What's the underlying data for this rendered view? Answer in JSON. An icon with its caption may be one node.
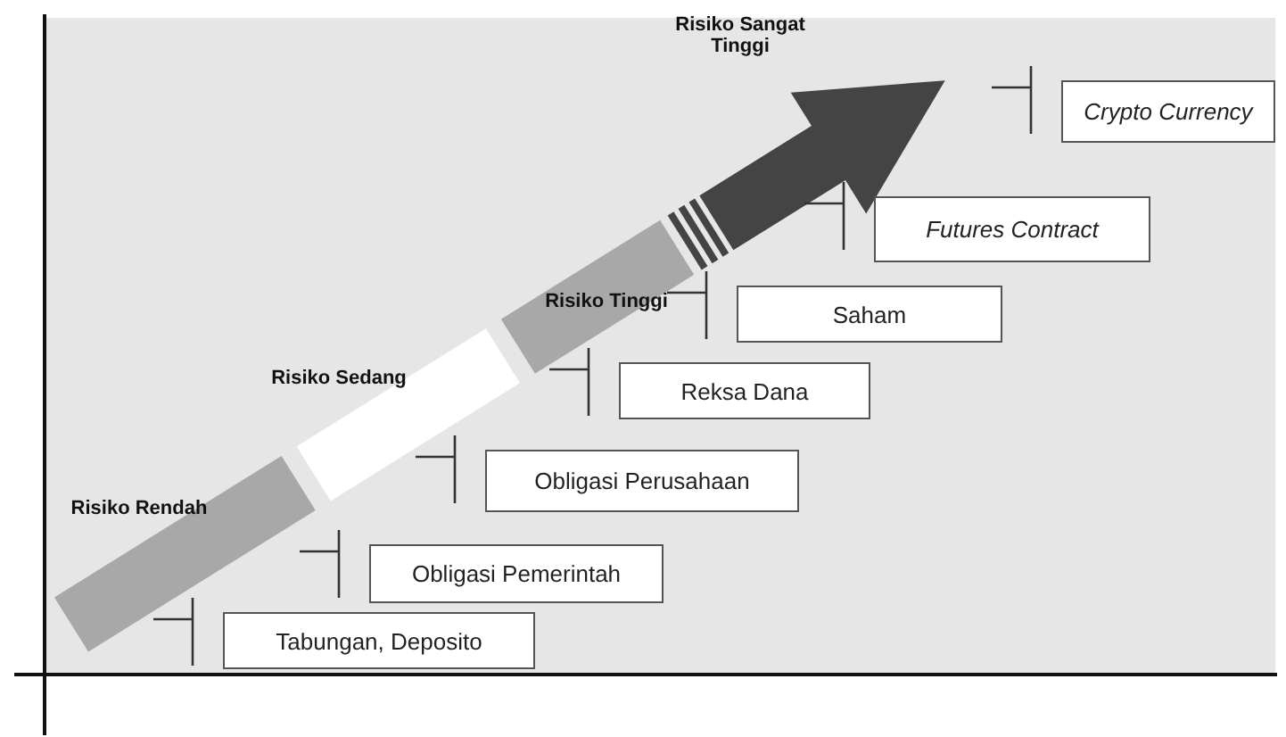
{
  "diagram": {
    "nodes": [
      {
        "text": [
          "Tabungan, Deposito"
        ]
      },
      {
        "text": [
          "Obligasi Pemerintah"
        ]
      },
      {
        "text": [
          "Obligasi Perusahaan"
        ]
      },
      {
        "text": [
          "Reksa Dana"
        ]
      },
      {
        "text": [
          "Saham"
        ]
      },
      {
        "text": [
          "Futures Contract"
        ]
      },
      {
        "text": [
          "Crypto Currency"
        ]
      }
    ],
    "labels": [
      "Risiko Sangat Tinggi",
      "Risiko Tinggi",
      "Risiko Sedang",
      "Risiko Rendah"
    ]
  }
}
